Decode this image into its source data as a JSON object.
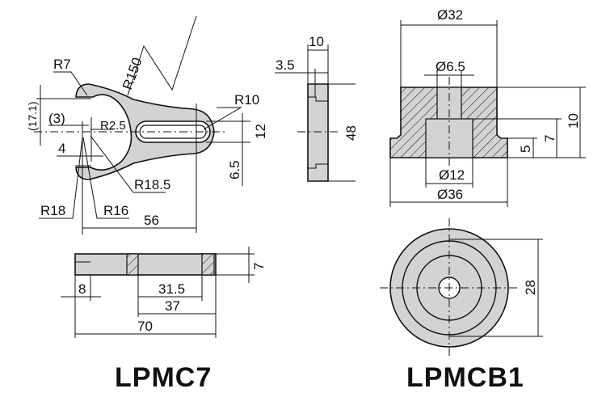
{
  "parts": [
    {
      "name": "LPMC7",
      "dimensions": {
        "r7": "R7",
        "r150": "R150",
        "r10": "R10",
        "r2_5": "R2.5",
        "d17_1": "(17.1)",
        "d3": "(3)",
        "d4": "4",
        "r18_5": "R18.5",
        "r18": "R18",
        "r16": "R16",
        "d56": "56",
        "d12": "12",
        "d6_5": "6.5",
        "d10": "10",
        "d3_5": "3.5",
        "d48": "48",
        "d7": "7",
        "d8": "8",
        "d31_5": "31.5",
        "d37": "37",
        "d70": "70"
      }
    },
    {
      "name": "LPMCB1",
      "dimensions": {
        "d32": "Ø32",
        "d6_5": "Ø6.5",
        "d10": "10",
        "d7": "7",
        "d5": "5",
        "d12": "Ø12",
        "d36": "Ø36",
        "d28": "28"
      }
    }
  ],
  "colors": {
    "part_fill": "#d3d3d3",
    "line": "#111111"
  }
}
